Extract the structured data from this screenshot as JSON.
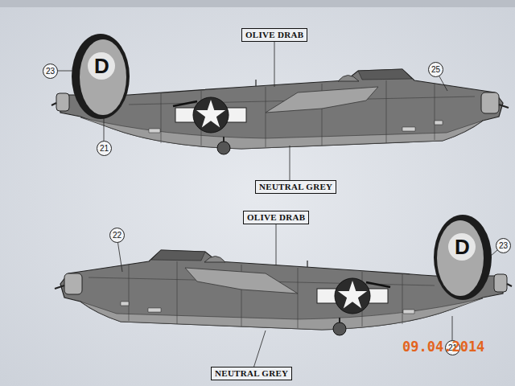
{
  "diagram": {
    "nodes": [
      {
        "text": [
          "OLIVE DRAB"
        ]
      },
      {
        "text": [
          "25"
        ]
      },
      {
        "text": [
          "23"
        ]
      },
      {
        "text": [
          "21"
        ]
      },
      {
        "text": [
          "NEUTRAL GREY"
        ]
      },
      {
        "text": [
          "OLIVE DRAB"
        ]
      },
      {
        "text": [
          "22"
        ]
      },
      {
        "text": [
          "23"
        ]
      },
      {
        "text": [
          "21"
        ]
      },
      {
        "text": [
          "NEUTRAL GREY"
        ]
      }
    ],
    "labels": [
      "D",
      "D",
      "09.04.2014"
    ]
  }
}
